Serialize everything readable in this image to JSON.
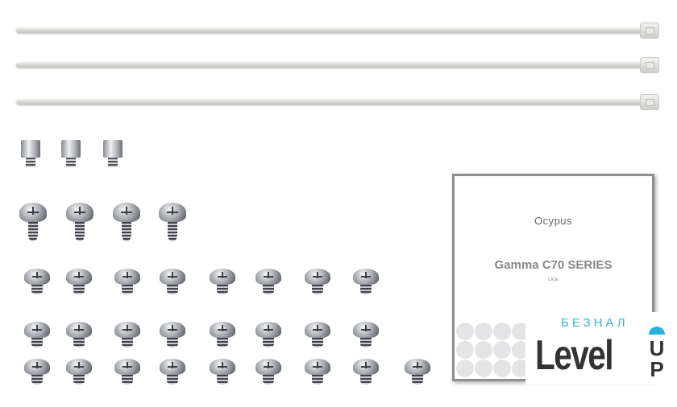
{
  "manual": {
    "brand": "Ocypus",
    "title": "Gamma C70 SERIES",
    "subtitle": "CASE"
  },
  "logo": {
    "top_text": "БЕЗНАЛ",
    "main_text": "Level",
    "up_text": "UP",
    "accent_color": "#2cb0d8"
  },
  "parts": {
    "cable_ties": 3,
    "standoffs": 3,
    "large_screws": 4,
    "small_screws": 25
  }
}
